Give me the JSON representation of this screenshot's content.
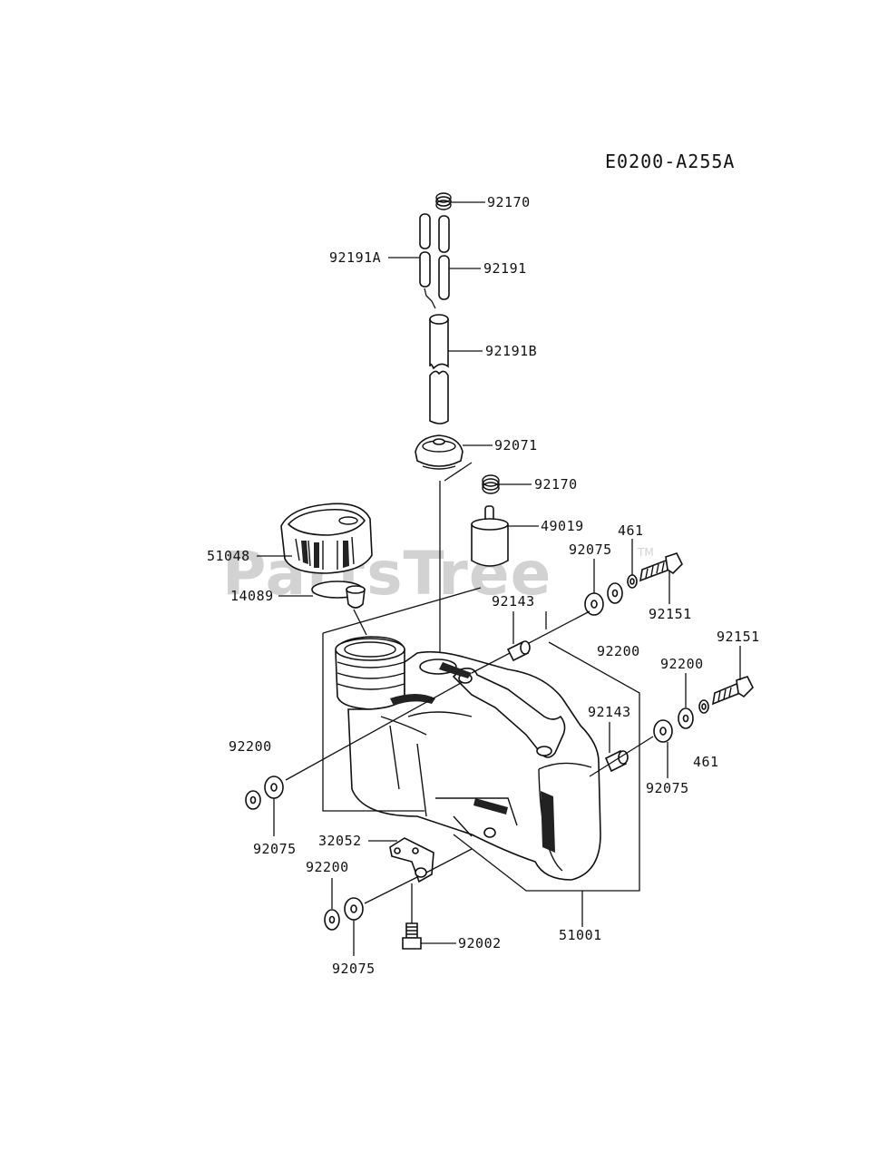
{
  "diagram_code": "E0200-A255A",
  "watermark": {
    "text": "PartsTree",
    "trademark": "TM"
  },
  "labels": {
    "p92170_top": "92170",
    "p92191A": "92191A",
    "p92191": "92191",
    "p92191B": "92191B",
    "p92071": "92071",
    "p92170_mid": "92170",
    "p49019": "49019",
    "p461_top": "461",
    "p92075_top": "92075",
    "p51048": "51048",
    "p14089": "14089",
    "p92143_top": "92143",
    "p92151_top": "92151",
    "p92200_topright": "92200",
    "p92151_right": "92151",
    "p92200_right": "92200",
    "p92200_left": "92200",
    "p92143_right": "92143",
    "p461_right": "461",
    "p92075_right": "92075",
    "p92075_left": "92075",
    "p32052": "32052",
    "p92200_bottom": "92200",
    "p92002": "92002",
    "p51001": "51001",
    "p92075_bottom": "92075"
  }
}
